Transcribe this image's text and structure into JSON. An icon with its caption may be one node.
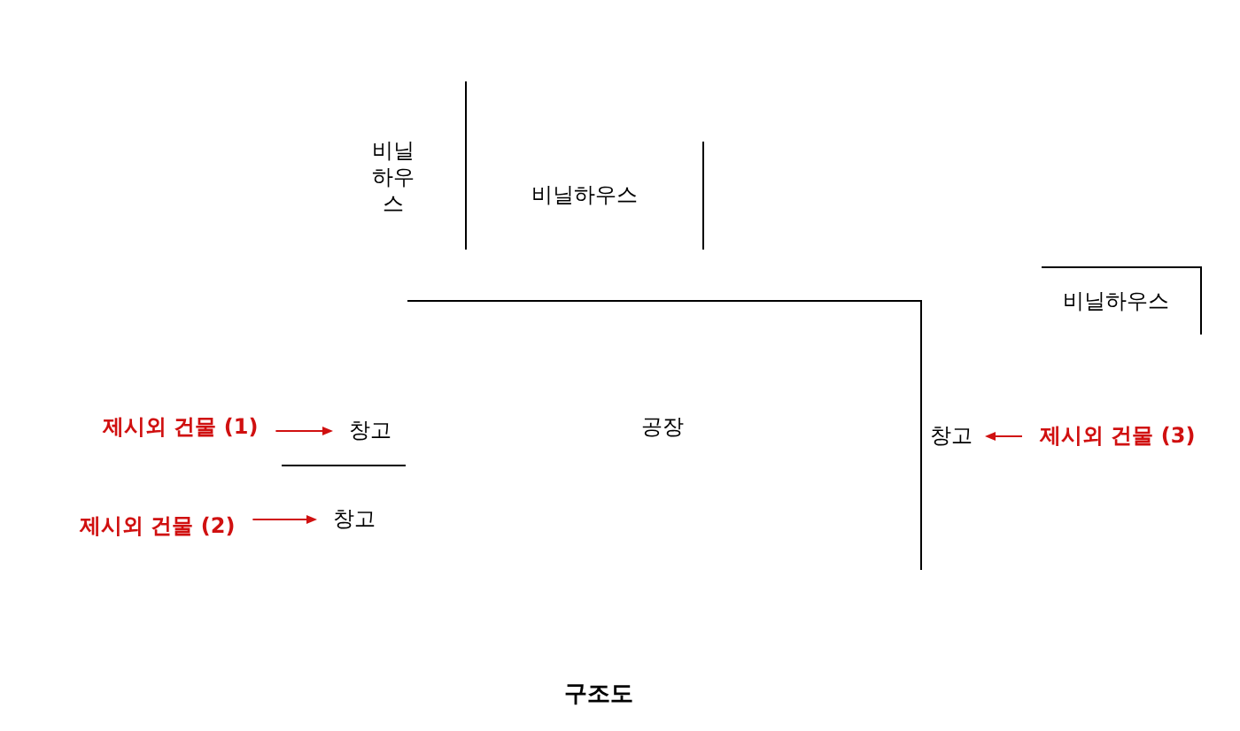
{
  "diagram": {
    "caption": "구조도",
    "nodes": [
      {
        "text": [
          "제시외 건물 (1)"
        ]
      },
      {
        "text": [
          "창고"
        ]
      },
      {
        "text": [
          "제시외 건물 (2)"
        ]
      },
      {
        "text": [
          "창고"
        ]
      },
      {
        "text": [
          "창고"
        ]
      },
      {
        "text": [
          "제시외 건물 (3)"
        ]
      }
    ],
    "edges": [
      {
        "from": 0,
        "to": 1,
        "arrow": "to"
      },
      {
        "from": 2,
        "to": 3,
        "arrow": "to"
      },
      {
        "from": 5,
        "to": 4,
        "arrow": "to"
      }
    ],
    "labels": [
      "비닐 하우스",
      "비닐하우스",
      "비닐하우스",
      "공장"
    ]
  }
}
